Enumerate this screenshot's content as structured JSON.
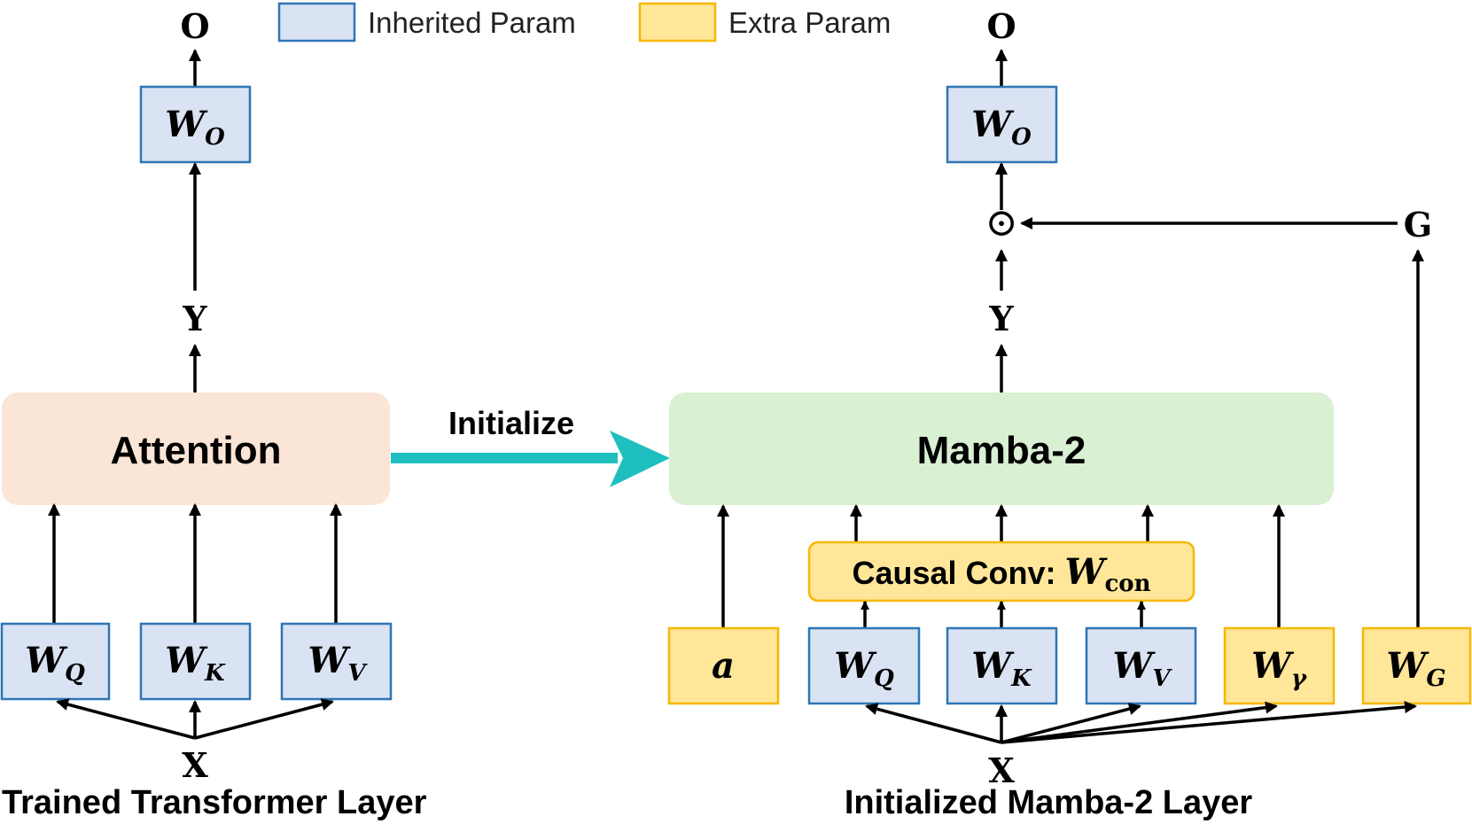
{
  "legend": {
    "inherited_label": "Inherited Param",
    "extra_label": "Extra Param"
  },
  "colors": {
    "inherited_fill": "#dae3f3",
    "inherited_stroke": "#2e75b6",
    "extra_fill": "#ffe699",
    "extra_stroke": "#f5b800",
    "attention_fill": "#fbe5d6",
    "mamba_fill": "#d9f0d3",
    "initialize_arrow": "#1fbfbf",
    "arrow": "#000000"
  },
  "left": {
    "caption": "Trained Transformer Layer",
    "output_label": "O",
    "y_label": "Y",
    "x_label": "X",
    "block_label": "Attention",
    "wo": {
      "base": "W",
      "sub": "O"
    },
    "wq": {
      "base": "W",
      "sub": "Q"
    },
    "wk": {
      "base": "W",
      "sub": "K"
    },
    "wv": {
      "base": "W",
      "sub": "V"
    }
  },
  "middle": {
    "arrow_label": "Initialize"
  },
  "right": {
    "caption": "Initialized Mamba-2 Layer",
    "output_label": "O",
    "y_label": "Y",
    "x_label": "X",
    "g_label": "G",
    "gate_symbol": "⊙",
    "block_label": "Mamba-2",
    "conv": {
      "prefix": "Causal Conv: ",
      "base": "W",
      "sub": "con"
    },
    "wo": {
      "base": "W",
      "sub": "O"
    },
    "a": "a",
    "wq": {
      "base": "W",
      "sub": "Q"
    },
    "wk": {
      "base": "W",
      "sub": "K"
    },
    "wv": {
      "base": "W",
      "sub": "V"
    },
    "wgamma": {
      "base": "W",
      "sub": "γ"
    },
    "wg": {
      "base": "W",
      "sub": "G"
    }
  }
}
